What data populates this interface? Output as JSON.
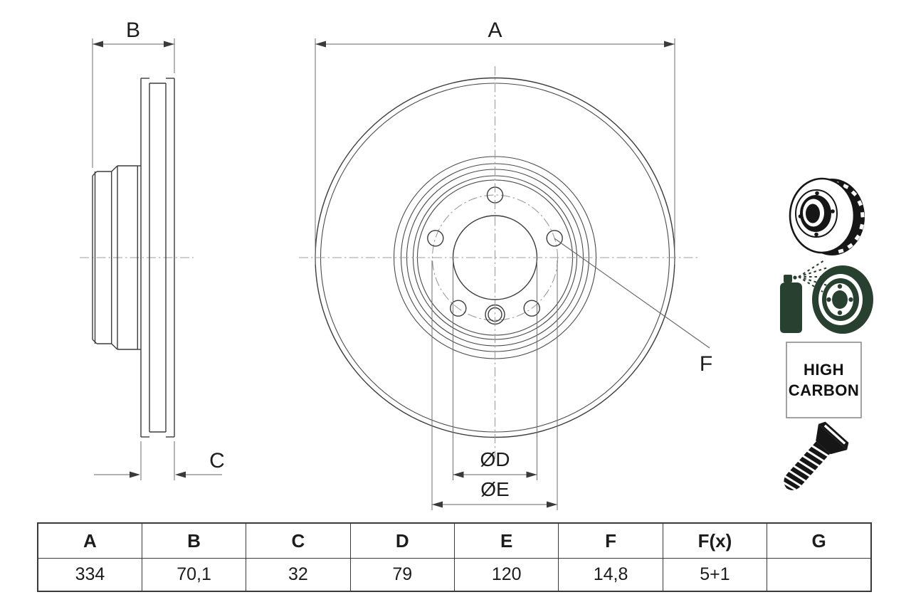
{
  "drawing": {
    "side_view": {
      "dim_b_label": "B",
      "dim_c_label": "C"
    },
    "front_view": {
      "dim_a_label": "A",
      "dim_d_label": "ØD",
      "dim_e_label": "ØE",
      "dim_f_label": "F",
      "bolt_holes": 5,
      "locating_holes": 1
    }
  },
  "badge": {
    "line1": "HIGH",
    "line2": "CARBON"
  },
  "icons": {
    "icon1": "vented-brake-disc-icon",
    "icon2": "spray-coated-disc-icon",
    "icon3": "high-carbon-badge",
    "icon4": "countersunk-screw-icon"
  },
  "table": {
    "headers": [
      "A",
      "B",
      "C",
      "D",
      "E",
      "F",
      "F(x)",
      "G"
    ],
    "values": [
      "334",
      "70,1",
      "32",
      "79",
      "120",
      "14,8",
      "5+1",
      ""
    ]
  },
  "colors": {
    "part_line": "#3c3c3c",
    "dimension_line": "#646464",
    "centerline": "#9c9c9c",
    "icon_green": "#27402f",
    "icon_black": "#161616",
    "ink": "#1c1c1c",
    "background": "#ffffff"
  }
}
